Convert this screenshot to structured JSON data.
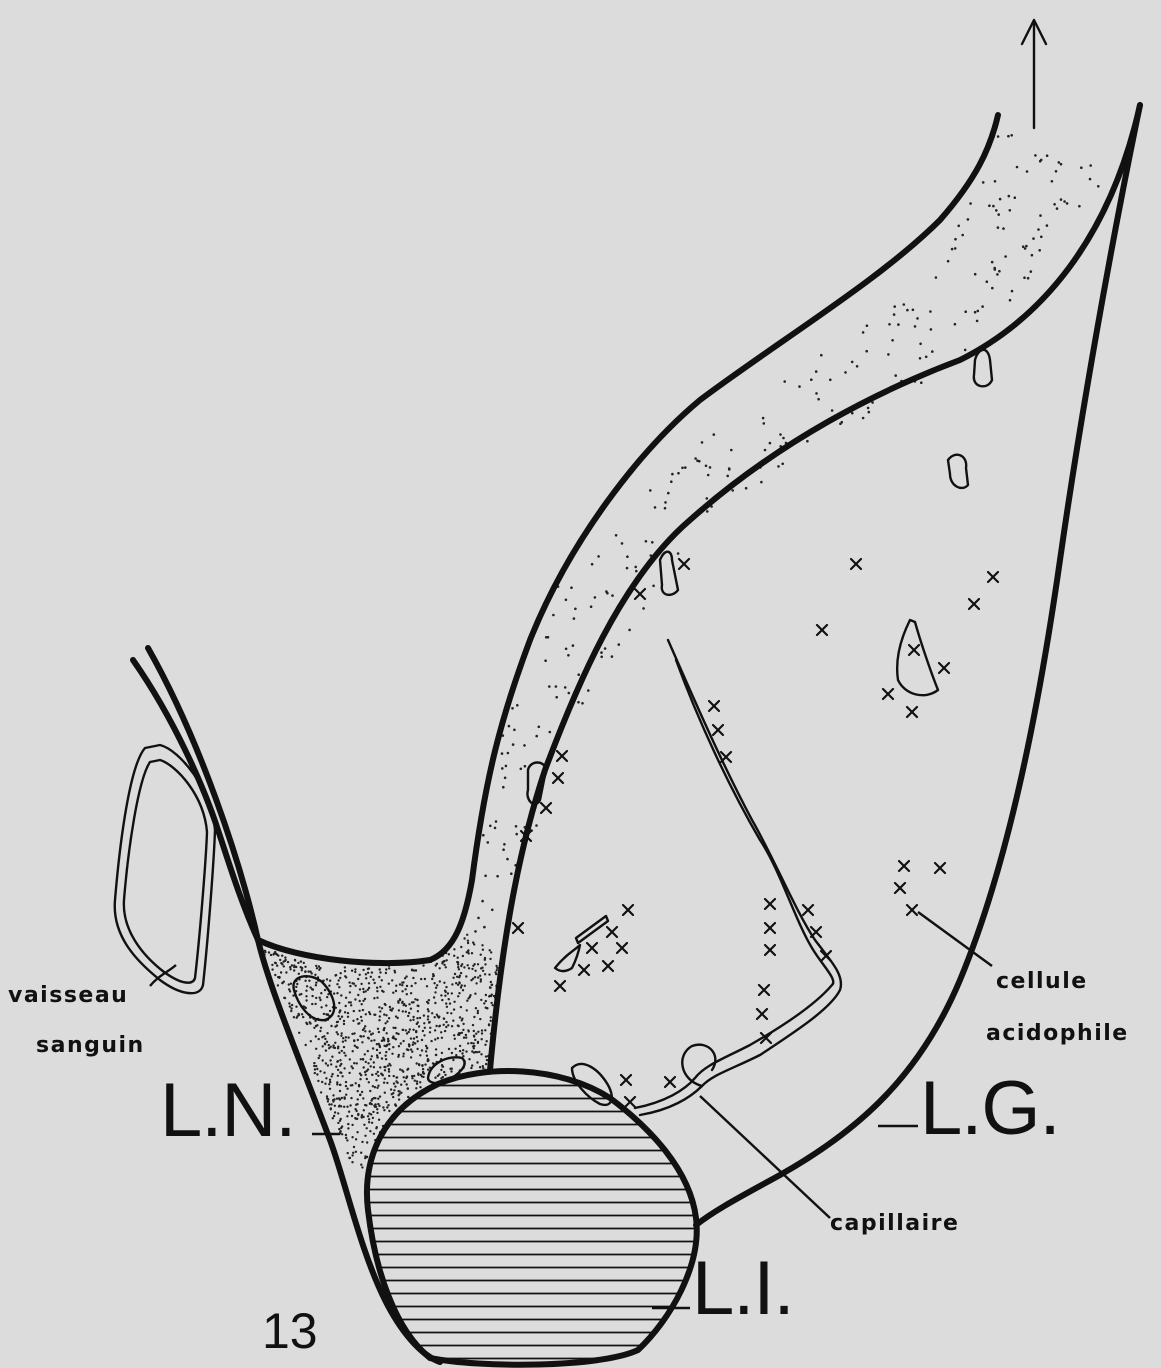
{
  "figure": {
    "number": "13",
    "labels": {
      "vaisseau_line1": "vaisseau",
      "vaisseau_line2": "sanguin",
      "cellule_line1": "cellule",
      "cellule_line2": "acidophile",
      "capillaire": "capillaire",
      "ln": "L.N.",
      "lg": "L.G.",
      "li": "L.I."
    },
    "icons": {
      "orientation_arrow": "up-arrow-icon"
    },
    "colors": {
      "paper": "#dcdcdc",
      "ink": "#111111"
    }
  }
}
